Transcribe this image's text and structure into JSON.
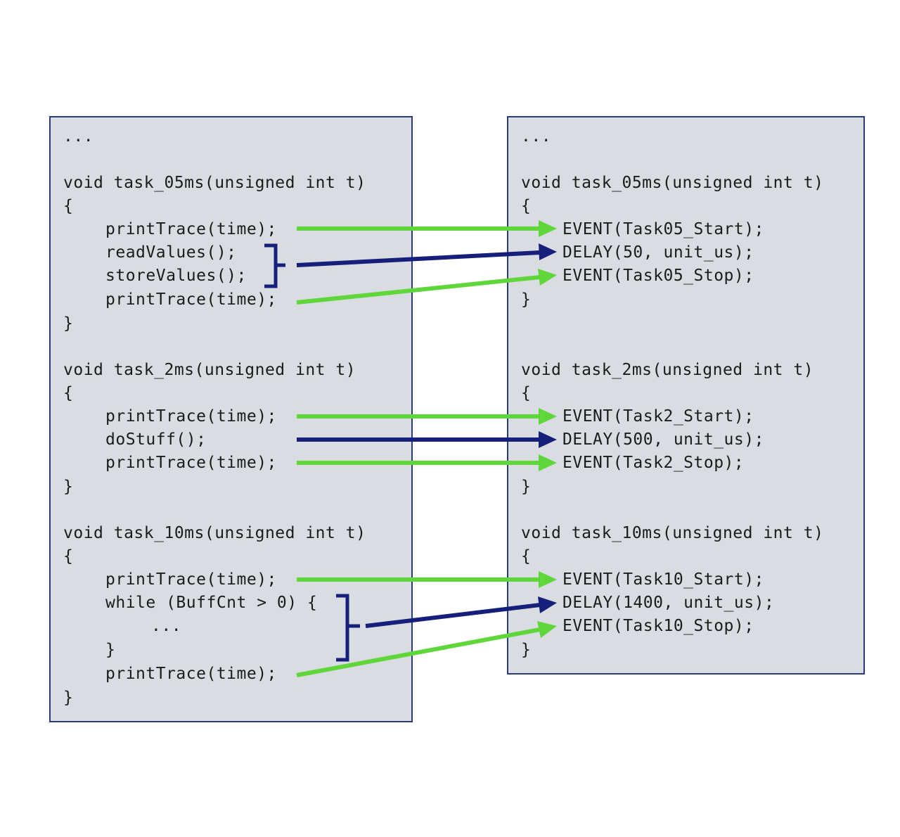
{
  "colors": {
    "panel_bg": "#d9dce0",
    "panel_border": "#2a3a7a",
    "green_arrow": "#5fd63a",
    "blue_arrow": "#16207a",
    "text": "#1b1b1b"
  },
  "left_code": {
    "ellipsis": "...",
    "task05_sig": "void task_05ms(unsigned int t)",
    "task05_open": "{",
    "task05_l1": "printTrace(time);",
    "task05_l2": "readValues();",
    "task05_l3": "storeValues();",
    "task05_l4": "printTrace(time);",
    "task05_close": "}",
    "task2_sig": "void task_2ms(unsigned int t)",
    "task2_open": "{",
    "task2_l1": "printTrace(time);",
    "task2_l2": "doStuff();",
    "task2_l3": "printTrace(time);",
    "task2_close": "}",
    "task10_sig": "void task_10ms(unsigned int t)",
    "task10_open": "{",
    "task10_l1": "printTrace(time);",
    "task10_l2": "while (BuffCnt > 0) {",
    "task10_l3": "...",
    "task10_l4": "}",
    "task10_l5": "printTrace(time);",
    "task10_close": "}"
  },
  "right_code": {
    "ellipsis": "...",
    "task05_sig": "void task_05ms(unsigned int t)",
    "task05_open": "{",
    "task05_l1": "EVENT(Task05_Start);",
    "task05_l2": "DELAY(50, unit_us);",
    "task05_l3": "EVENT(Task05_Stop);",
    "task05_close": "}",
    "task2_sig": "void task_2ms(unsigned int t)",
    "task2_open": "{",
    "task2_l1": "EVENT(Task2_Start);",
    "task2_l2": "DELAY(500, unit_us);",
    "task2_l3": "EVENT(Task2_Stop);",
    "task2_close": "}",
    "task10_sig": "void task_10ms(unsigned int t)",
    "task10_open": "{",
    "task10_l1": "EVENT(Task10_Start);",
    "task10_l2": "DELAY(1400, unit_us);",
    "task10_l3": "EVENT(Task10_Stop);",
    "task10_close": "}"
  }
}
